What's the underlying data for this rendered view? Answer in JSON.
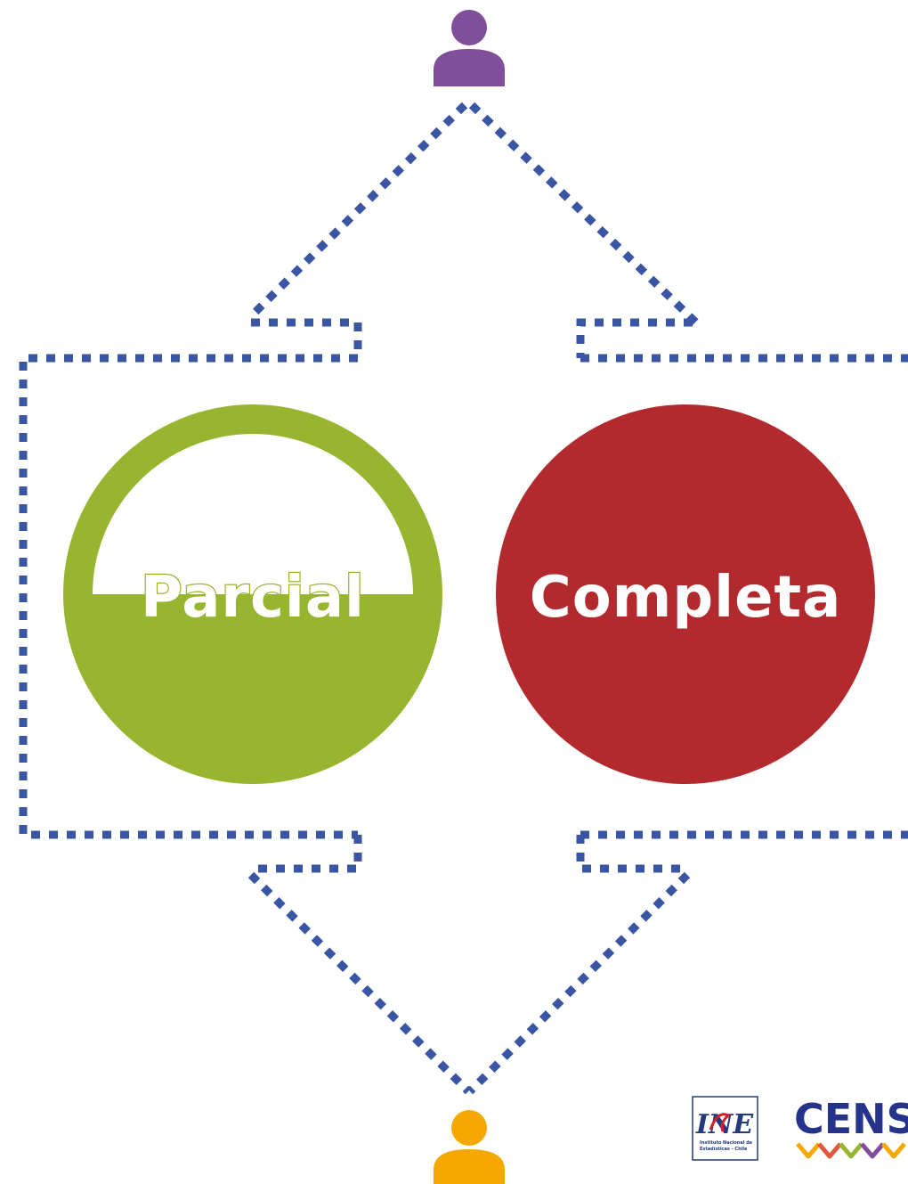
{
  "diagram": {
    "nodes": {
      "parcial": {
        "label": "Parcial"
      },
      "completa": {
        "label": "Completa"
      }
    },
    "people": {
      "top": {
        "icon": "person-icon",
        "color": "#7f4f9c"
      },
      "bottom": {
        "icon": "person-icon",
        "color": "#f5a800"
      }
    }
  },
  "logos": {
    "ine": {
      "letters": "INE",
      "subtitle_line1": "Instituto Nacional de",
      "subtitle_line2": "Estadísticas - Chile"
    },
    "censo": {
      "text": "CENSO"
    }
  },
  "colors": {
    "dash_line": "#3a55a4",
    "parcial_fill": "#97b52e",
    "completa_fill": "#b2292e",
    "label_text": "#ffffff",
    "ine_blue": "#253a7a",
    "ine_red": "#d21f2a",
    "censo_blue": "#25348a"
  }
}
